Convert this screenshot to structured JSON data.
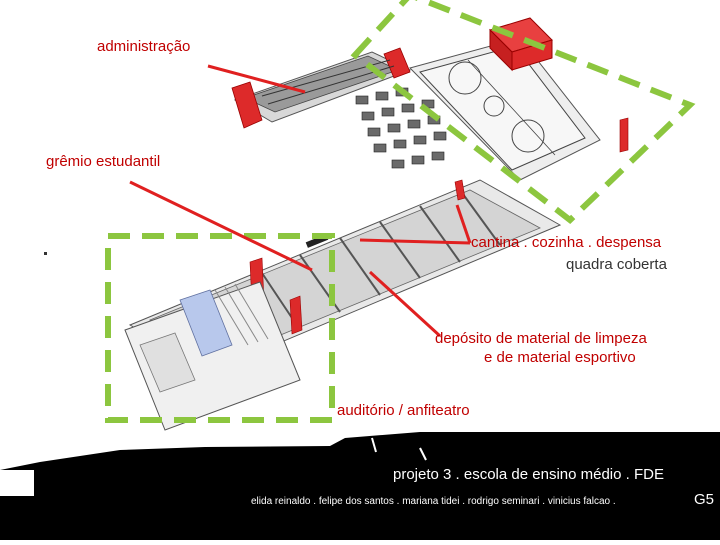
{
  "labels": {
    "administracao": "administração",
    "gremio": "grêmio estudantil",
    "cantina": "cantina . cozinha . despensa",
    "quadra": "quadra coberta",
    "deposito_line1": "depósito de material de limpeza",
    "deposito_line2": "e de material esportivo",
    "auditorio": "auditório / anfiteatro"
  },
  "footer": {
    "project_title": "projeto 3 . escola de ensino médio . FDE",
    "authors": "elida reinaldo . felipe dos santos . mariana tidei . rodrigo seminari . vinicius falcao .",
    "group": "G5"
  },
  "colors": {
    "label_red": "#c00000",
    "leader_red": "#e02020",
    "highlight_green": "#8cc63f",
    "footer_black": "#000000",
    "model_red": "#dd2a2a",
    "court_green": "#a9c04a"
  }
}
